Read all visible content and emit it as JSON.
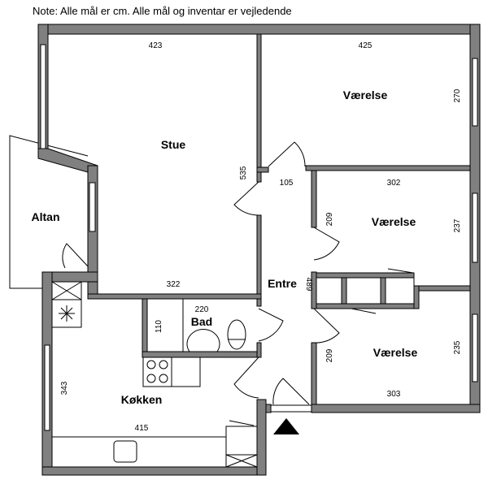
{
  "note": "Note: Alle mål er cm. Alle mål og inventar er vejledende",
  "rooms": {
    "stue": "Stue",
    "altan": "Altan",
    "vaerelse1": "Værelse",
    "vaerelse2": "Værelse",
    "vaerelse3": "Værelse",
    "entre": "Entre",
    "bad": "Bad",
    "koekken": "Køkken"
  },
  "dimensions": {
    "stue_width": "423",
    "stue_depth": "535",
    "stue_bottom": "322",
    "vaerelse1_width": "425",
    "vaerelse1_depth": "270",
    "hall_105": "105",
    "vaerelse2_width": "302",
    "vaerelse2_depth": "237",
    "vaerelse2_209": "209",
    "entre_489": "489",
    "bad_220": "220",
    "bad_110": "110",
    "vaerelse3_width": "303",
    "vaerelse3_depth": "235",
    "vaerelse3_209": "209",
    "koekken_depth": "343",
    "koekken_width": "415"
  },
  "colors": {
    "wall": "#808080",
    "outline": "#000000"
  }
}
